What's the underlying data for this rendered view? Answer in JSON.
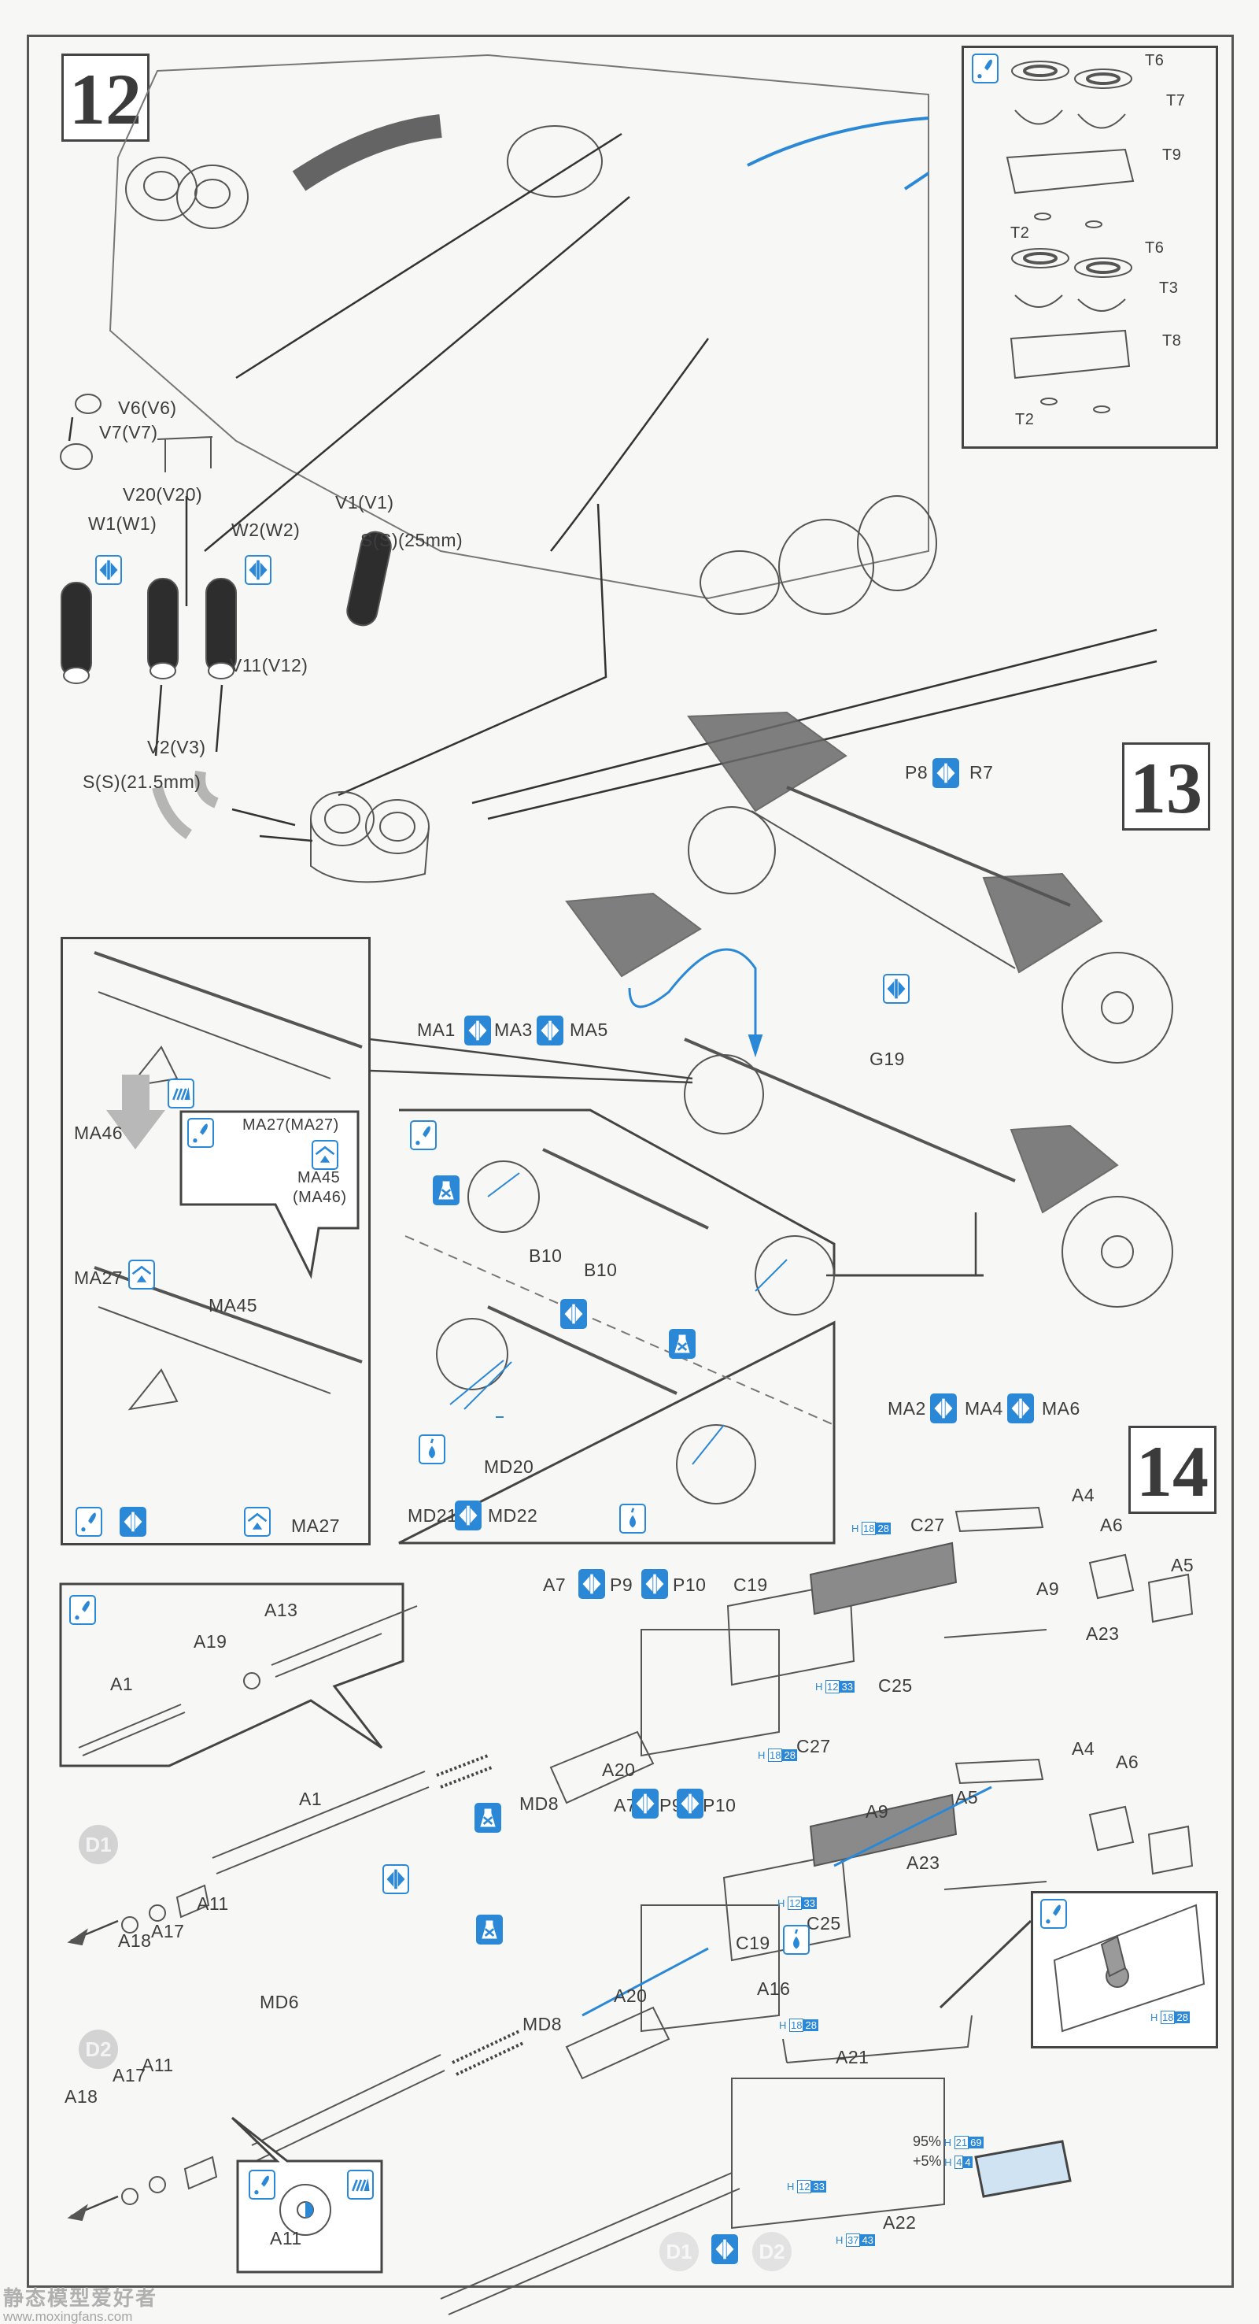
{
  "document": {
    "type": "model kit assembly instructions",
    "steps": [
      {
        "number": "12",
        "labels": {
          "v6": "V6(V6)",
          "v7": "V7(V7)",
          "v20": "V20(V20)",
          "w1": "W1(W1)",
          "w2": "W2(W2)",
          "v1": "V1(V1)",
          "s25": "S(S)(25mm)",
          "v11": "V11(V12)",
          "v2": "V2(V3)",
          "s215": "S(S)(21.5mm)"
        },
        "subpanel": {
          "labels": [
            "T6",
            "T7",
            "T9",
            "T2",
            "T6",
            "T3",
            "T8",
            "T2"
          ]
        }
      },
      {
        "number": "13",
        "labels": {
          "p8": "P8",
          "r7": "R7",
          "ma1": "MA1",
          "ma3": "MA3",
          "ma5": "MA5",
          "g19": "G19",
          "ma2": "MA2",
          "ma4": "MA4",
          "ma6": "MA6"
        },
        "left_panel": {
          "ma46": "MA46",
          "ma27_a": "MA27(MA27)",
          "ma45_a": "MA45",
          "ma46_b": "(MA46)",
          "ma27_b": "MA27",
          "ma45_b": "MA45",
          "ma27_c": "MA27"
        },
        "center_panel": {
          "b10_a": "B10",
          "b10_b": "B10",
          "md20": "MD20",
          "md21": "MD21",
          "md22": "MD22"
        }
      },
      {
        "number": "14",
        "labels": {
          "a4_1": "A4",
          "c27_1": "C27",
          "a6_1": "A6",
          "a5_1": "A5",
          "a9_1": "A9",
          "a23_1": "A23",
          "a7_1": "A7",
          "p9_1": "P9",
          "p10_1": "P10",
          "c19_1": "C19",
          "c25_1": "C25",
          "a20_1": "A20",
          "md8_1": "MD8",
          "a1": "A1",
          "a11_1": "A11",
          "a17_1": "A17",
          "a18_1": "A18",
          "a4_2": "A4",
          "c27_2": "C27",
          "a6_2": "A6",
          "a5_2": "A5",
          "a9_2": "A9",
          "a23_2": "A23",
          "a7_2": "A7",
          "p9_2": "P9",
          "p10_2": "P10",
          "c19_2": "C19",
          "c25_2": "C25",
          "a20_2": "A20",
          "md8_2": "MD8",
          "md6": "MD6",
          "a11_2": "A11",
          "a17_2": "A17",
          "a18_2": "A18",
          "a16": "A16",
          "a21": "A21",
          "a22": "A22"
        },
        "inset_barrel": {
          "a1": "A1",
          "a19": "A19",
          "a13": "A13"
        },
        "inset_a11": {
          "a11": "A11"
        },
        "variants": {
          "d1": "D1",
          "d2": "D2"
        },
        "paint_codes": {
          "h18_28": {
            "prefix": "H",
            "a": "18",
            "b": "28"
          },
          "h12_33": {
            "prefix": "H",
            "a": "12",
            "b": "33"
          },
          "h37_43": {
            "prefix": "H",
            "a": "37",
            "b": "43"
          },
          "mix1": {
            "pct": "95%",
            "prefix": "H",
            "a": "21",
            "b": "69"
          },
          "mix2": {
            "pct": "+5%",
            "prefix": "H",
            "a": "4",
            "b": "4"
          }
        }
      }
    ],
    "icons": {
      "choose_one": "choose-one-icon",
      "optional_paint": "paint-brush-icon",
      "no_glue": "no-glue-icon",
      "apply_glue": "glue-drop-icon",
      "attach_upright": "attach-upright-icon",
      "sand_cut": "sand-file-icon"
    },
    "colors": {
      "accent_blue": "#2b88d6",
      "line_gray": "#444444",
      "paper": "#f7f7f5"
    },
    "watermark": {
      "cn": "静态模型爱好者",
      "url": "www.moxingfans.com"
    }
  }
}
